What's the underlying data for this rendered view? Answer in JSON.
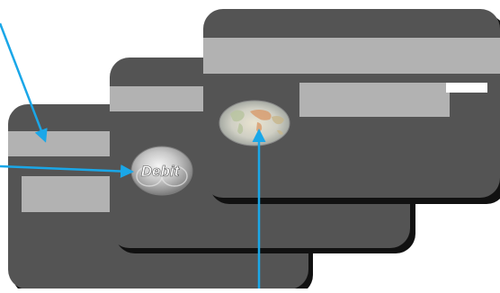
{
  "hologram": {
    "left_label": "Debit"
  },
  "colors": {
    "card": "#545454",
    "card_shadow": "#111111",
    "stripe": "#b2b2b2",
    "panel": "#b2b2b2",
    "arrow": "#1aa7e8"
  },
  "icons": {
    "left_hologram": "dove-debit-hologram",
    "right_hologram": "globe-map-hologram"
  }
}
